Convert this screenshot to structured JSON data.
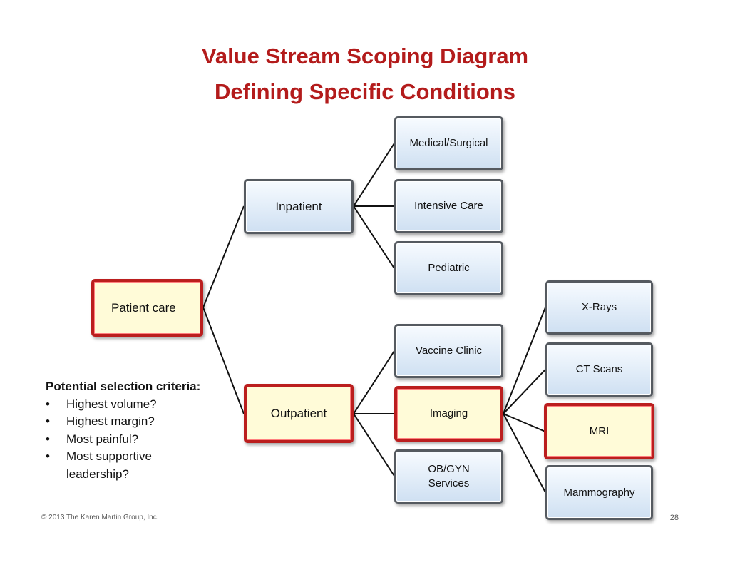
{
  "title": {
    "line1": "Value Stream Scoping Diagram",
    "line2": "Defining Specific Conditions"
  },
  "nodes": {
    "patient_care": "Patient care",
    "inpatient": "Inpatient",
    "outpatient": "Outpatient",
    "medical_surgical": "Medical/Surgical",
    "intensive_care": "Intensive Care",
    "pediatric": "Pediatric",
    "vaccine_clinic": "Vaccine Clinic",
    "imaging": "Imaging",
    "obgyn": "OB/GYN\nServices",
    "xrays": "X-Rays",
    "ct_scans": "CT Scans",
    "mri": "MRI",
    "mammography": "Mammography"
  },
  "criteria": {
    "heading": "Potential selection criteria:",
    "items": [
      "Highest volume?",
      "Highest margin?",
      "Most painful?",
      "Most supportive leadership?"
    ]
  },
  "footer": {
    "copyright": "© 2013 The Karen Martin Group, Inc.",
    "page_number": "28"
  },
  "colors": {
    "title": "#b31b1b",
    "highlight_border": "#bb1e1e",
    "highlight_fill": "#fffbd8",
    "box_border": "#555a60",
    "box_fill": "#dbe8f5"
  }
}
